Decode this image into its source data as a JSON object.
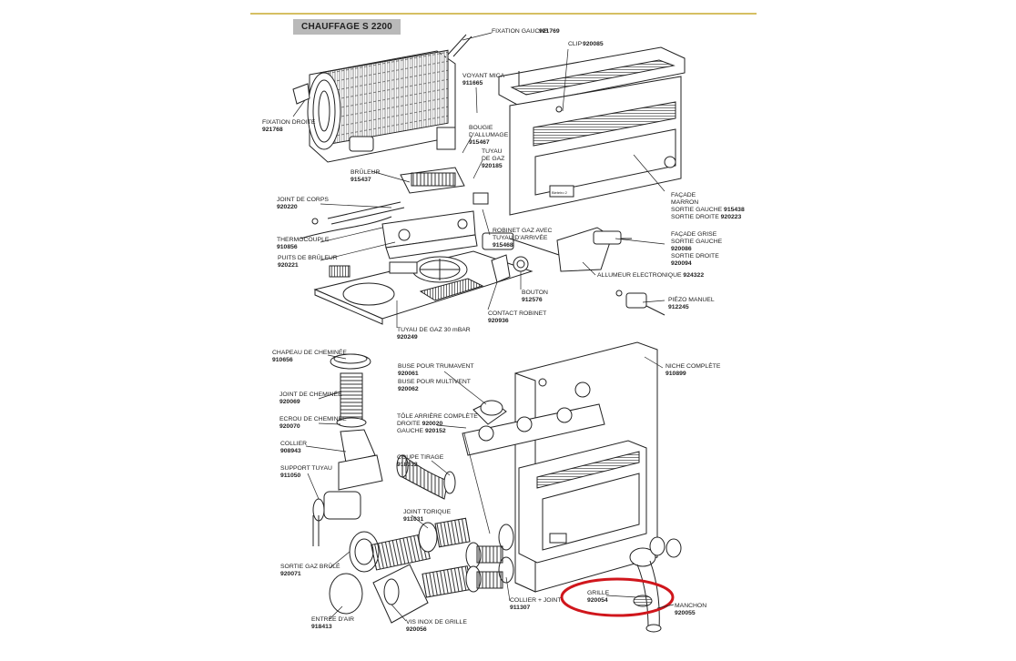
{
  "title": "CHAUFFAGE S 2200",
  "highlight_color": "#d0161c",
  "accent_line_color": "#d6bf63",
  "labels": {
    "fixation_gauche": {
      "name": "FIXATION GAUCHE",
      "ref": "921769"
    },
    "clip": {
      "name": "CLIP",
      "ref": "920085"
    },
    "voyant_mica": {
      "name": "VOYANT MICA",
      "ref": "911665"
    },
    "fixation_droite": {
      "name": "FIXATION DROITE",
      "ref": "921768"
    },
    "bougie": {
      "line1": "BOUGIE",
      "line2": "D'ALLUMAGE",
      "ref": "915467"
    },
    "tuyau_gaz": {
      "line1": "TUYAU",
      "line2": "DE GAZ",
      "ref": "920185"
    },
    "bruleur": {
      "name": "BRÛLEUR",
      "ref": "915437"
    },
    "facade_marron": {
      "line1": "FAÇADE",
      "line2": "MARRON",
      "line3": "SORTIE GAUCHE",
      "ref3": "915438",
      "line4": "SORTIE DROITE",
      "ref4": "920223"
    },
    "joint_corps": {
      "name": "JOINT DE CORPS",
      "ref": "920220"
    },
    "robinet_gaz": {
      "line1": "ROBINET GAZ AVEC",
      "line2": "TUYAU D'ARRIVÉE",
      "ref": "915468"
    },
    "thermocouple": {
      "name": "THERMOCOUPLE",
      "ref": "910856"
    },
    "facade_grise": {
      "line1": "FAÇADE GRISE",
      "line2": "SORTIE GAUCHE",
      "ref2": "920086",
      "line3": "SORTIE DROITE",
      "ref3": "920094"
    },
    "puits_bruleur": {
      "name": "PUITS DE BRÛLEUR",
      "ref": "920221"
    },
    "allumeur": {
      "name": "ALLUMEUR ELECTRONIQUE",
      "ref": "924322"
    },
    "bouton": {
      "name": "BOUTON",
      "ref": "912576"
    },
    "piezo": {
      "name": "PIÉZO MANUEL",
      "ref": "912245"
    },
    "contact_robinet": {
      "name": "CONTACT ROBINET",
      "ref": "920936"
    },
    "tuyau_30": {
      "name": "TUYAU DE GAZ 30 mBAR",
      "ref": "920249"
    },
    "chapeau": {
      "name": "CHAPEAU DE CHEMINÉE",
      "ref": "910656"
    },
    "buse_truma": {
      "name": "BUSE POUR TRUMAVENT",
      "ref": "920061"
    },
    "buse_multi": {
      "name": "BUSE POUR MULTIVENT",
      "ref": "920062"
    },
    "niche": {
      "name": "NICHE COMPLÈTE",
      "ref": "910899"
    },
    "joint_cheminee": {
      "name": "JOINT DE CHEMINÉE",
      "ref": "920069"
    },
    "ecrou": {
      "name": "ECROU DE CHEMINÉE",
      "ref": "920070"
    },
    "tole": {
      "line1": "TÔLE ARRIÈRE COMPLÈTE",
      "line2": "DROITE",
      "ref2": "920020",
      "line3": "GAUCHE",
      "ref3": "920152"
    },
    "collier": {
      "name": "COLLIER",
      "ref": "908943"
    },
    "coupe_tirage": {
      "name": "COUPE TIRAGE",
      "ref": "918332"
    },
    "support_tuyau": {
      "name": "SUPPORT TUYAU",
      "ref": "911050"
    },
    "joint_torique": {
      "name": "JOINT TORIQUE",
      "ref": "911031"
    },
    "sortie_gaz": {
      "name": "SORTIE GAZ BRÛLÉ",
      "ref": "920071"
    },
    "collier_joint": {
      "name": "COLLIER + JOINT",
      "ref": "911307"
    },
    "grille": {
      "name": "GRILLE",
      "ref": "920054"
    },
    "manchon": {
      "name": "MANCHON",
      "ref": "920055"
    },
    "entree_air": {
      "name": "ENTRÉE D'AIR",
      "ref": "918413"
    },
    "vis_inox": {
      "name": "VIS INOX DE GRILLE",
      "ref": "920056"
    }
  },
  "facade_badge": "Bieteiro 2"
}
